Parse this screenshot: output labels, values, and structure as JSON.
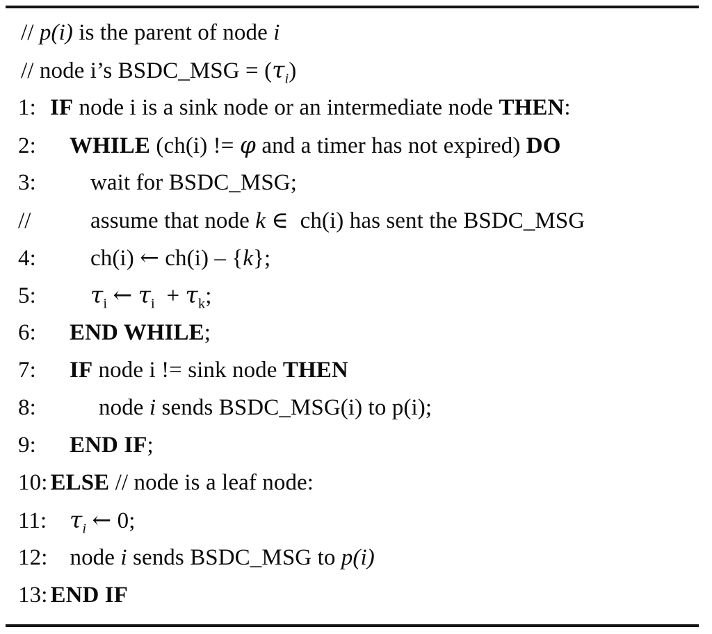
{
  "document": {
    "type": "algorithm-pseudocode",
    "title": "",
    "rules": {
      "top": true,
      "bottom": true,
      "color": "#141414"
    },
    "lines": [
      {
        "label": "//",
        "indent": 0,
        "text": "// p(i) is the parent of node i",
        "kind": "comment"
      },
      {
        "label": "//",
        "indent": 0,
        "text": "// node i's BSDC_MSG = (τi)",
        "kind": "comment"
      },
      {
        "label": "1:",
        "indent": 0,
        "text": "IF node i is a sink node or an intermediate node THEN:",
        "kind": "code"
      },
      {
        "label": "2:",
        "indent": 1,
        "text": "WHILE (ch(i) != ϕ and a timer has not expired) DO",
        "kind": "code"
      },
      {
        "label": "3:",
        "indent": 2,
        "text": "wait for BSDC_MSG;",
        "kind": "code"
      },
      {
        "label": "//",
        "indent": 2,
        "text": "assume that node k ∈ ch(i) has sent the BSDC_MSG",
        "kind": "comment"
      },
      {
        "label": "4:",
        "indent": 2,
        "text": "ch(i) ← ch(i) – {k};",
        "kind": "code"
      },
      {
        "label": "5:",
        "indent": 2,
        "text": "τi ← τi + τk;",
        "kind": "code"
      },
      {
        "label": "6:",
        "indent": 1,
        "text": "END WHILE;",
        "kind": "code"
      },
      {
        "label": "7:",
        "indent": 1,
        "text": "IF node i != sink node THEN",
        "kind": "code"
      },
      {
        "label": "8:",
        "indent": 2,
        "text": "node i sends BSDC_MSG(i) to p(i);",
        "kind": "code"
      },
      {
        "label": "9:",
        "indent": 1,
        "text": "END IF;",
        "kind": "code"
      },
      {
        "label": "10:",
        "indent": 0,
        "text": "ELSE // node is a leaf node:",
        "kind": "code"
      },
      {
        "label": "11:",
        "indent": 1,
        "text": "τi ← 0;",
        "kind": "code"
      },
      {
        "label": "12:",
        "indent": 1,
        "text": "node i sends BSDC_MSG to p(i)",
        "kind": "code"
      },
      {
        "label": "13:",
        "indent": 0,
        "text": "END IF",
        "kind": "code"
      }
    ],
    "keywords": [
      "IF",
      "THEN",
      "WHILE",
      "DO",
      "END WHILE",
      "END IF",
      "ELSE"
    ],
    "symbols": {
      "tau": "τ",
      "phi": "ϕ",
      "element_of": "∈",
      "left_arrow": "←",
      "minus": "–",
      "not_equal": "!="
    }
  }
}
